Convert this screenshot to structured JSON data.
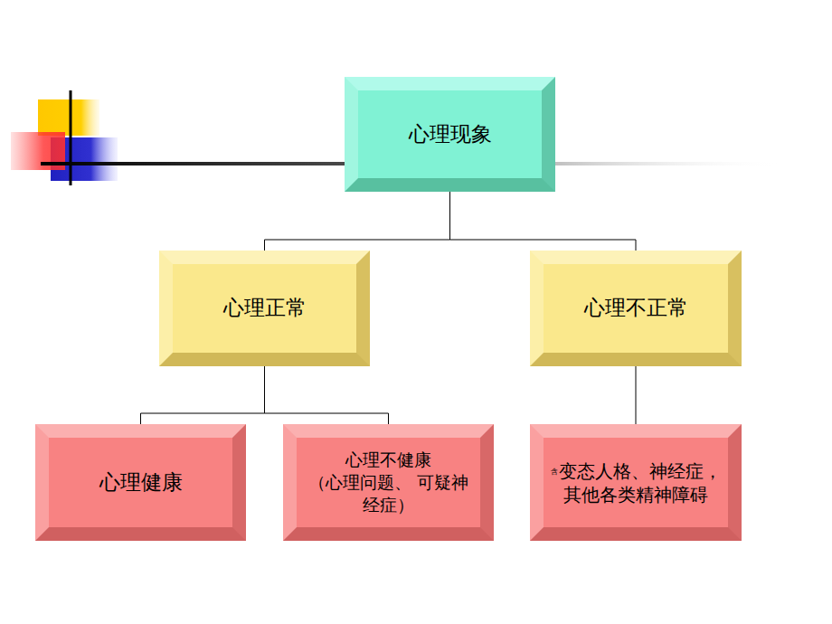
{
  "diagram": {
    "nodes": [
      {
        "text": [
          "心理现象"
        ]
      },
      {
        "text": [
          "心理正常"
        ]
      },
      {
        "text": [
          "心理不正常"
        ]
      },
      {
        "text": [
          "心理健康"
        ]
      },
      {
        "text": [
          "心理不健康",
          "（心理问题、 可疑神经症）"
        ]
      },
      {
        "text": [
          "含",
          "变态人格、神经症， 其他各类精神障碍"
        ]
      }
    ],
    "edges": [
      {
        "from": 0,
        "to": 1,
        "arrow": "none"
      },
      {
        "from": 0,
        "to": 2,
        "arrow": "none"
      },
      {
        "from": 1,
        "to": 3,
        "arrow": "none"
      },
      {
        "from": 1,
        "to": 4,
        "arrow": "none"
      },
      {
        "from": 2,
        "to": 5,
        "arrow": "none"
      }
    ]
  }
}
